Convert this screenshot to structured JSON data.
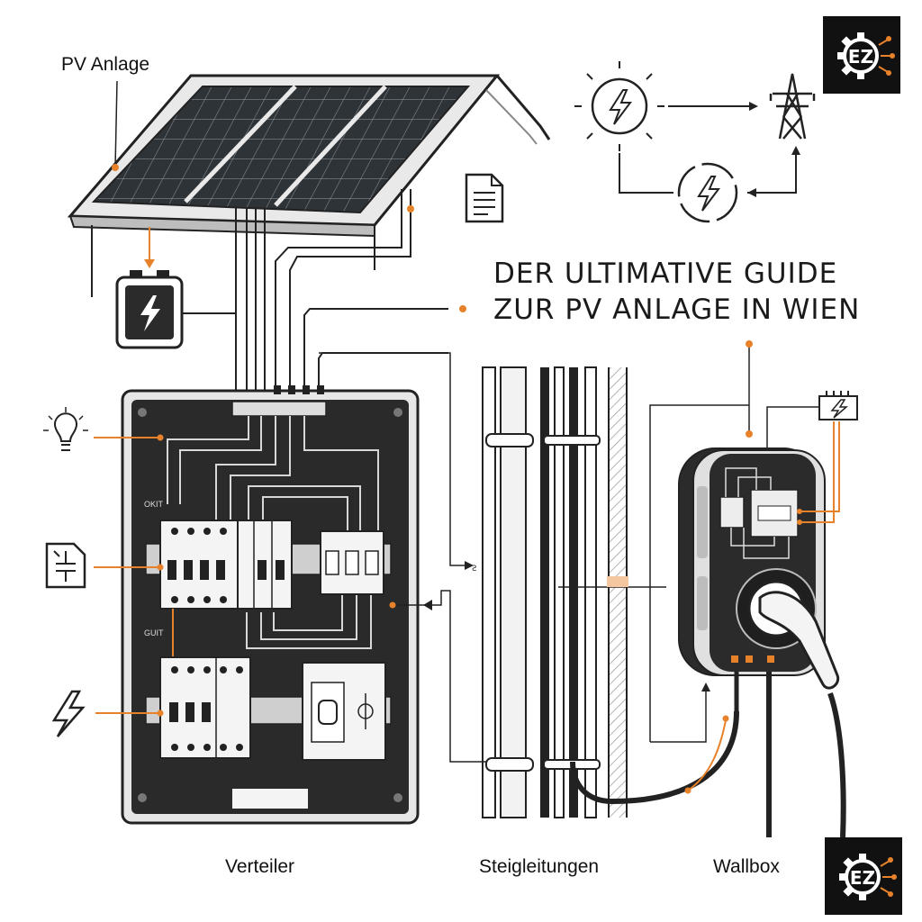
{
  "labels": {
    "pv_anlage": "PV Anlage",
    "verteiler": "Verteiler",
    "steigleitungen": "Steigleitungen",
    "wallbox": "Wallbox"
  },
  "headline": {
    "line1": "DER ULTIMATIVE GUIDE",
    "line2": "ZUR PV ANLAGE IN WIEN"
  },
  "panel_small_labels": {
    "upper": "OKIT",
    "lower": "GUIT"
  },
  "logo": {
    "text": "EZ"
  },
  "colors": {
    "accent": "#e8822a",
    "ink": "#1a1a1a",
    "panel_dark": "#2b2b2b",
    "solar_cell": "#2e3338"
  }
}
